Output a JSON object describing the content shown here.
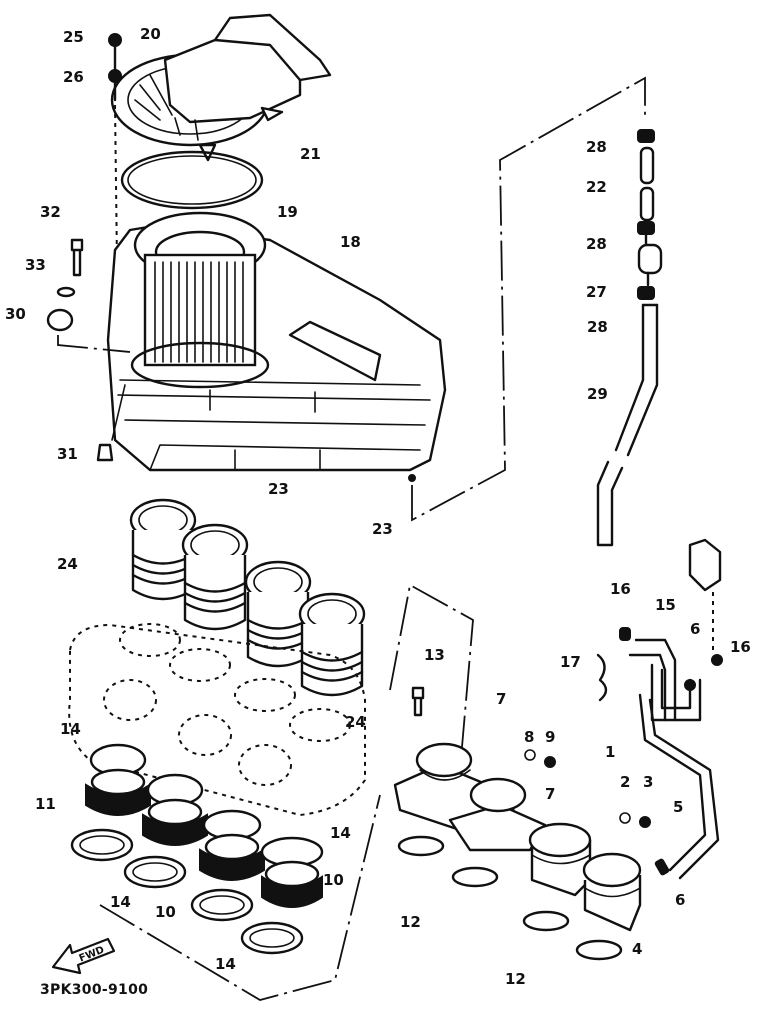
{
  "diagram": {
    "title": "Air cleaner / intake exploded parts diagram",
    "drawing_code": "3PK300-9100",
    "direction_marker": "FWD",
    "callouts": [
      {
        "id": "c25",
        "text": "25"
      },
      {
        "id": "c20",
        "text": "20"
      },
      {
        "id": "c26",
        "text": "26"
      },
      {
        "id": "c21",
        "text": "21"
      },
      {
        "id": "c32",
        "text": "32"
      },
      {
        "id": "c19",
        "text": "19"
      },
      {
        "id": "c18",
        "text": "18"
      },
      {
        "id": "c33",
        "text": "33"
      },
      {
        "id": "c30",
        "text": "30"
      },
      {
        "id": "c31",
        "text": "31"
      },
      {
        "id": "c28a",
        "text": "28"
      },
      {
        "id": "c22",
        "text": "22"
      },
      {
        "id": "c28b",
        "text": "28"
      },
      {
        "id": "c27",
        "text": "27"
      },
      {
        "id": "c28c",
        "text": "28"
      },
      {
        "id": "c29",
        "text": "29"
      },
      {
        "id": "c23a",
        "text": "23"
      },
      {
        "id": "c23b",
        "text": "23"
      },
      {
        "id": "c24a",
        "text": "24"
      },
      {
        "id": "c24b",
        "text": "24"
      },
      {
        "id": "c14a",
        "text": "14"
      },
      {
        "id": "c11",
        "text": "11"
      },
      {
        "id": "c14b",
        "text": "14"
      },
      {
        "id": "c10a",
        "text": "10"
      },
      {
        "id": "c14c",
        "text": "14"
      },
      {
        "id": "c10b",
        "text": "10"
      },
      {
        "id": "c14d",
        "text": "14"
      },
      {
        "id": "c13",
        "text": "13"
      },
      {
        "id": "c7a",
        "text": "7"
      },
      {
        "id": "c8",
        "text": "8"
      },
      {
        "id": "c9",
        "text": "9"
      },
      {
        "id": "c7b",
        "text": "7"
      },
      {
        "id": "c1",
        "text": "1"
      },
      {
        "id": "c2",
        "text": "2"
      },
      {
        "id": "c3",
        "text": "3"
      },
      {
        "id": "c12a",
        "text": "12"
      },
      {
        "id": "c12b",
        "text": "12"
      },
      {
        "id": "c4",
        "text": "4"
      },
      {
        "id": "c6a",
        "text": "6"
      },
      {
        "id": "c6b",
        "text": "6"
      },
      {
        "id": "c5",
        "text": "5"
      },
      {
        "id": "c16a",
        "text": "16"
      },
      {
        "id": "c15",
        "text": "15"
      },
      {
        "id": "c16b",
        "text": "16"
      },
      {
        "id": "c17",
        "text": "17"
      }
    ]
  }
}
